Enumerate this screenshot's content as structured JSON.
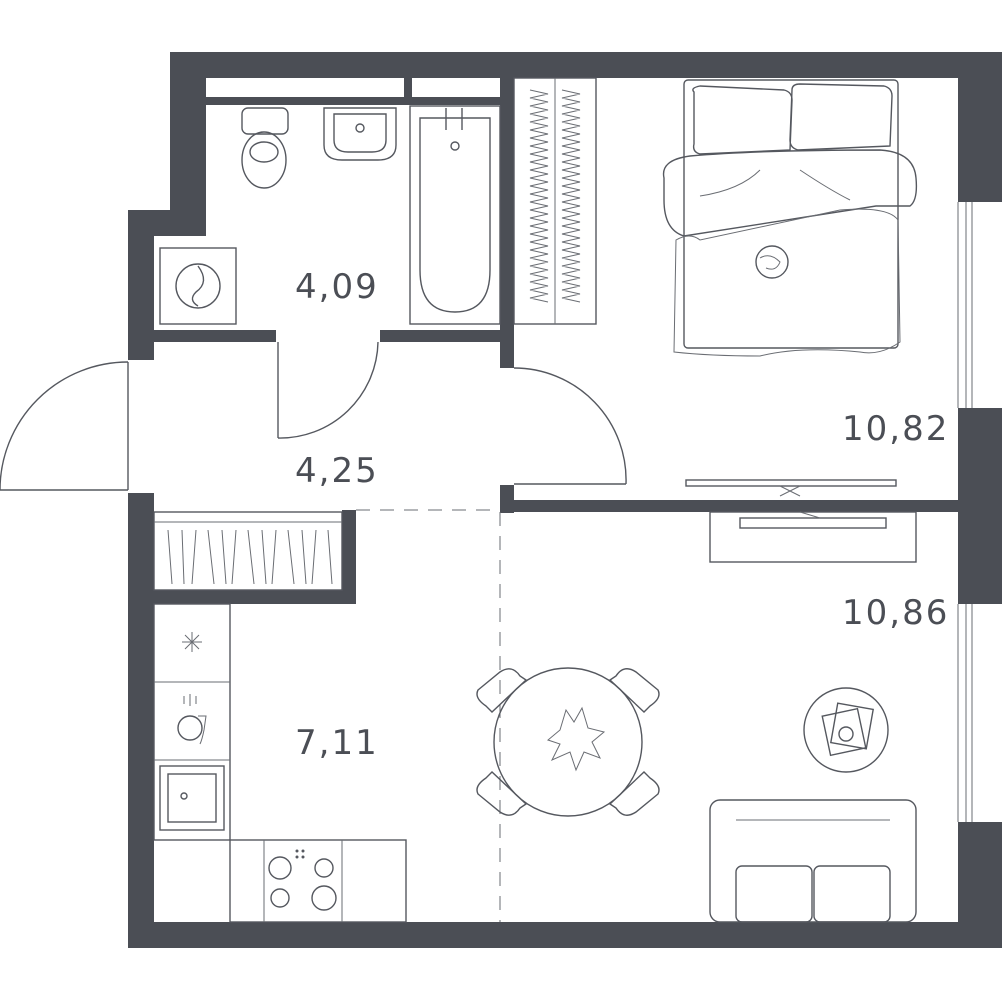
{
  "floorplan": {
    "rooms": [
      {
        "id": "bathroom",
        "area": "4,09"
      },
      {
        "id": "hallway",
        "area": "4,25"
      },
      {
        "id": "bedroom",
        "area": "10,82"
      },
      {
        "id": "kitchen",
        "area": "7,11"
      },
      {
        "id": "living-room",
        "area": "10,86"
      }
    ]
  }
}
